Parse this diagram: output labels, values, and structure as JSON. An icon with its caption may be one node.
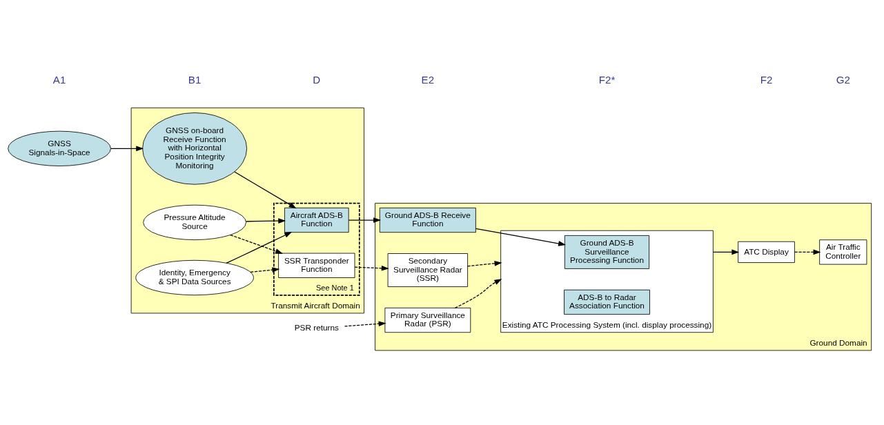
{
  "diagram": {
    "nodes": [
      {
        "text": [
          "GNSS Signals-in-Space"
        ]
      },
      {
        "text": [
          "Transmit Aircraft Domain"
        ]
      },
      {
        "text": [
          "GNSS on-board Receive Function with Horizontal Position Integrity Monitoring"
        ],
        "in": 1
      },
      {
        "text": [
          "Pressure Altitude Source"
        ],
        "in": 1
      },
      {
        "text": [
          "Identity, Emergency & SPI Data Sources"
        ],
        "in": 1
      },
      {
        "text": [],
        "shape": "box",
        "beside": [
          "See Note 1"
        ],
        "in": 1
      },
      {
        "text": [
          "Aircraft ADS-B Function"
        ],
        "in": 5
      },
      {
        "text": [
          "SSR Transponder Function"
        ],
        "in": 5
      },
      {
        "text": [
          "Ground Domain"
        ]
      },
      {
        "text": [
          "Ground ADS-B Receive Function"
        ],
        "in": 8
      },
      {
        "text": [
          "Secondary Surveillance Radar (SSR)"
        ],
        "in": 8
      },
      {
        "text": [
          "Primary Surveillance Radar (PSR)"
        ],
        "in": 8
      },
      {
        "text": [
          "Existing ATC Processing System (incl. display processing)"
        ],
        "in": 8
      },
      {
        "text": [
          "Ground ADS-B Surveillance Processing Function"
        ],
        "in": 12
      },
      {
        "text": [
          "ADS-B to Radar Association Function"
        ],
        "in": 12
      },
      {
        "text": [
          "Air Traffic Controller"
        ],
        "in": 8
      },
      {
        "text": [
          "ATC Display"
        ],
        "in": 8
      },
      {
        "text": [
          "PSR returns"
        ]
      }
    ],
    "edges": [
      {
        "from": 0,
        "to": 2,
        "arrow": "to"
      },
      {
        "from": 2,
        "to": 6,
        "arrow": "to"
      },
      {
        "from": 3,
        "to": 6,
        "arrow": "to"
      },
      {
        "from": 4,
        "to": 6,
        "arrow": "to"
      },
      {
        "from": 3,
        "to": 7,
        "arrow": "to",
        "style": "dashed"
      },
      {
        "from": 4,
        "to": 7,
        "arrow": "to",
        "style": "dashed"
      },
      {
        "from": 6,
        "to": 9,
        "arrow": "to"
      },
      {
        "from": 7,
        "to": 10,
        "arrow": "to",
        "style": "dashed"
      },
      {
        "from": 17,
        "to": 11,
        "arrow": "to",
        "style": "dashed"
      },
      {
        "from": 9,
        "to": 13,
        "arrow": "to"
      },
      {
        "from": 10,
        "to": 12,
        "arrow": "to",
        "style": "dashed"
      },
      {
        "from": 11,
        "to": 12,
        "arrow": "to",
        "style": "dashed"
      },
      {
        "from": 12,
        "to": 16,
        "arrow": "to"
      },
      {
        "from": 16,
        "to": 15,
        "arrow": "to",
        "style": "dashed"
      }
    ],
    "labels": [
      "A1",
      "B1",
      "D",
      "E2",
      "F2*",
      "F2",
      "G2"
    ]
  }
}
